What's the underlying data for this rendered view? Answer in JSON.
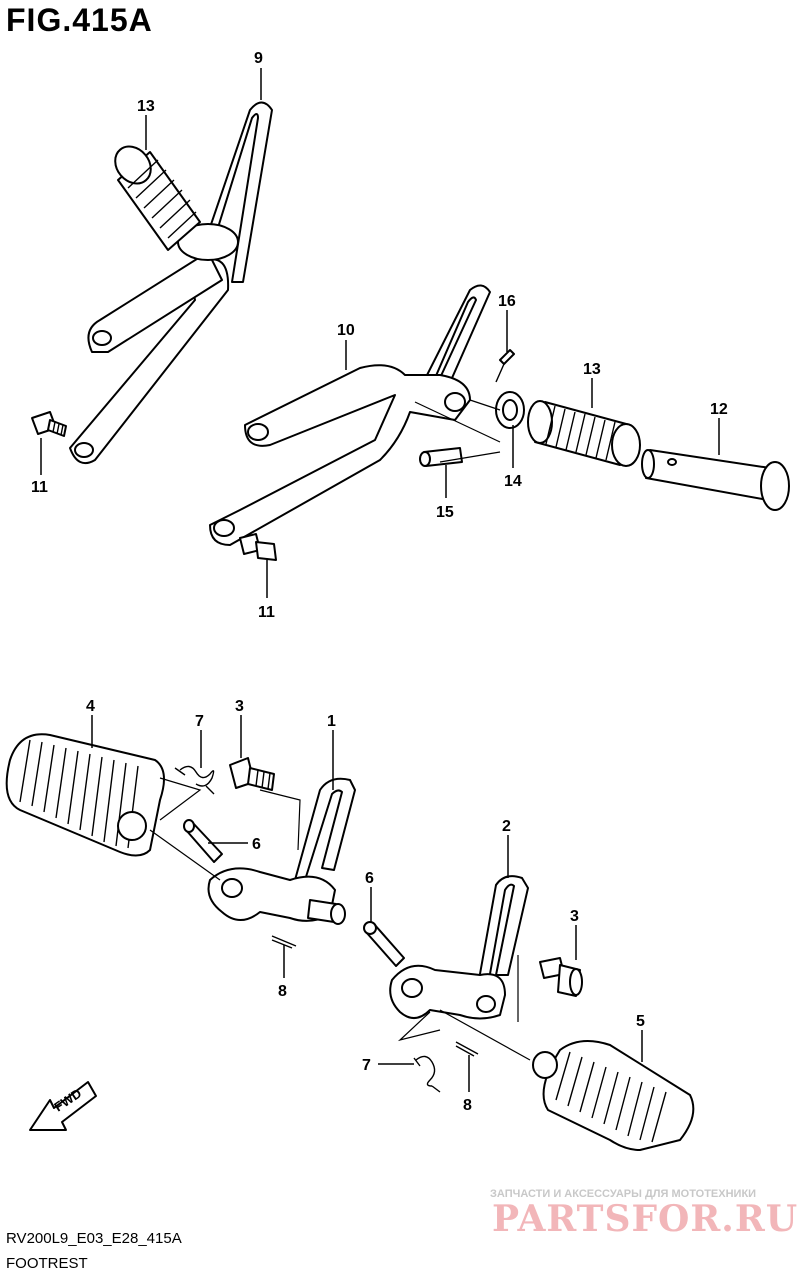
{
  "figure": {
    "title": "FIG.415A",
    "model_code": "RV200L9_E03_E28_415A",
    "caption": "FOOTREST"
  },
  "callouts": {
    "c1": "1",
    "c2": "2",
    "c3a": "3",
    "c3b": "3",
    "c4": "4",
    "c5": "5",
    "c6a": "6",
    "c6b": "6",
    "c7a": "7",
    "c7b": "7",
    "c8a": "8",
    "c8b": "8",
    "c9": "9",
    "c10": "10",
    "c11a": "11",
    "c11b": "11",
    "c12": "12",
    "c13a": "13",
    "c13b": "13",
    "c14": "14",
    "c15": "15",
    "c16": "16"
  },
  "fwd_label": "FWD",
  "watermark": {
    "tagline": "ЗАПЧАСТИ И АКСЕССУАРЫ ДЛЯ МОТОТЕХНИКИ",
    "brand": "PARTSFOR.RU"
  }
}
